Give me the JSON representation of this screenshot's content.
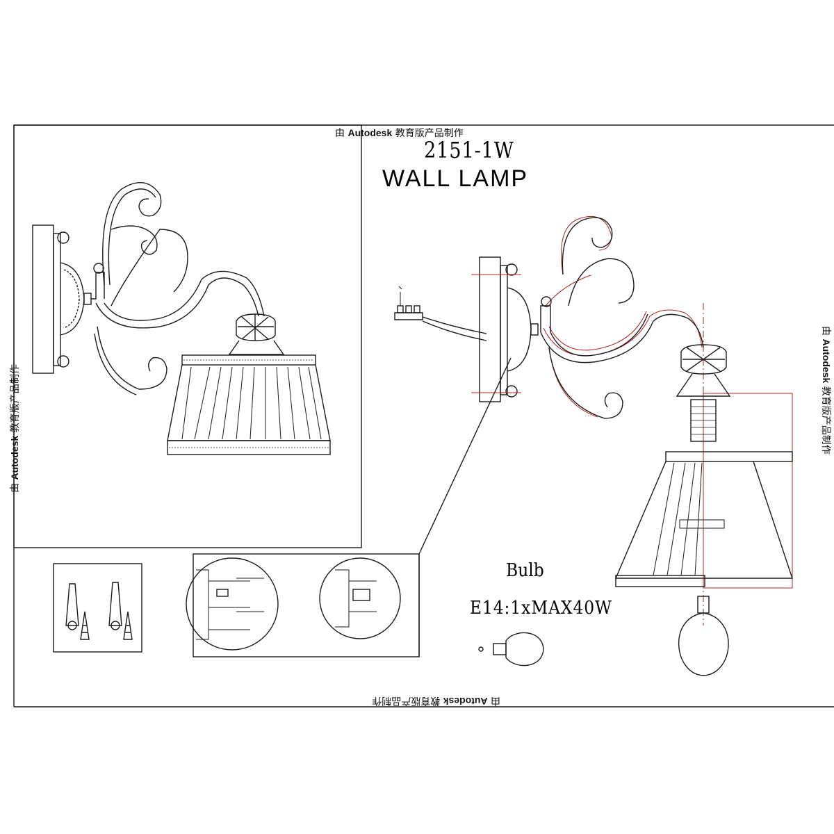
{
  "watermark": {
    "prefix": "由",
    "brand": "Autodesk",
    "suffix": "教育版产品制作"
  },
  "model_number": "2151-1W",
  "product_title": "WALL LAMP",
  "bulb": {
    "label": "Bulb",
    "spec": "E14:1xMAX40W"
  },
  "colors": {
    "line": "#1a1a1a",
    "red_line": "#b22222",
    "background": "#ffffff"
  },
  "icons": [
    "wall-lamp-side-view",
    "wall-lamp-exploded-view",
    "wall-plug-screws",
    "mounting-detail-circles",
    "bulb-icon"
  ]
}
